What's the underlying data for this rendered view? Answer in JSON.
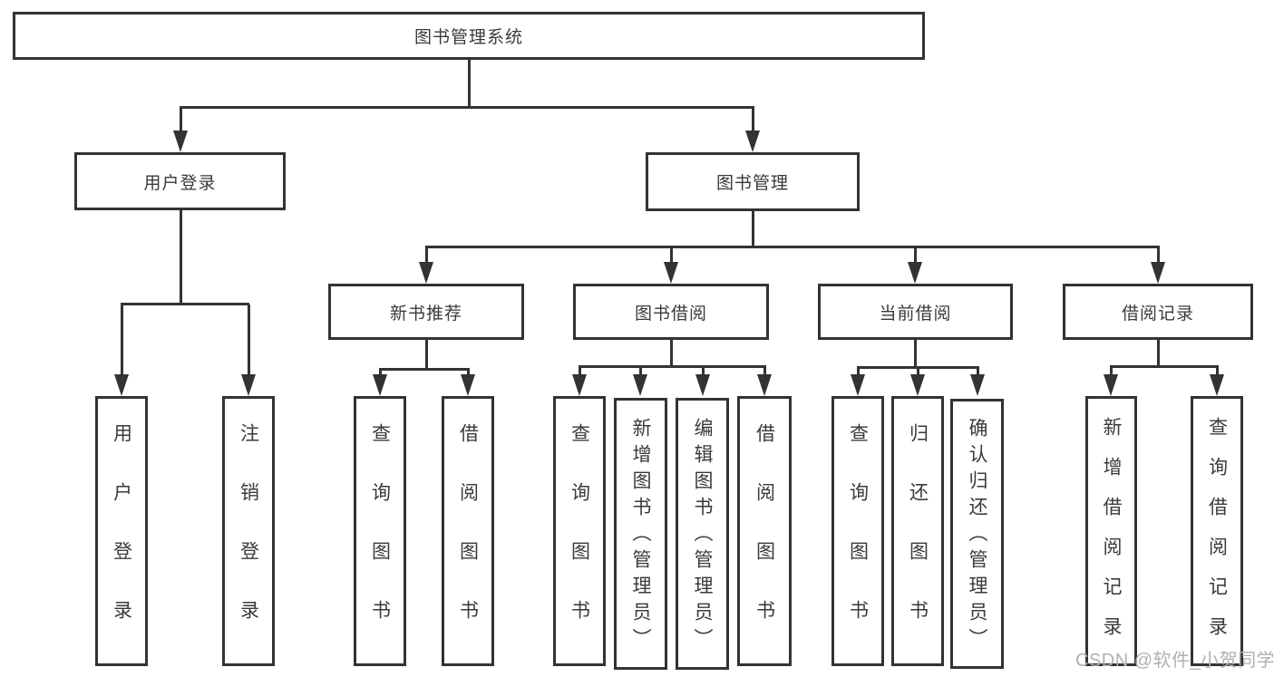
{
  "tree": {
    "root": "图书管理系统",
    "user_login": {
      "label": "用户登录",
      "children": {
        "login": "用户登录",
        "logout": "注销登录"
      }
    },
    "book_mgmt": {
      "label": "图书管理",
      "new_book": {
        "label": "新书推荐",
        "children": {
          "query": "查询图书",
          "borrow": "借阅图书"
        }
      },
      "borrowing": {
        "label": "图书借阅",
        "children": {
          "query": "查询图书",
          "add": "新增图书（管理员）",
          "edit": "编辑图书（管理员）",
          "borrow": "借阅图书"
        }
      },
      "current": {
        "label": "当前借阅",
        "children": {
          "query": "查询图书",
          "return": "归还图书",
          "confirm": "确认归还（管理员）"
        }
      },
      "records": {
        "label": "借阅记录",
        "children": {
          "add": "新增借阅记录",
          "query": "查询借阅记录"
        }
      }
    }
  },
  "watermark": "CSDN @软件_小贺同学",
  "colors": {
    "line": "#333333",
    "text": "#3a3a3a",
    "watermark": "#b0b0b0",
    "background": "#ffffff"
  }
}
